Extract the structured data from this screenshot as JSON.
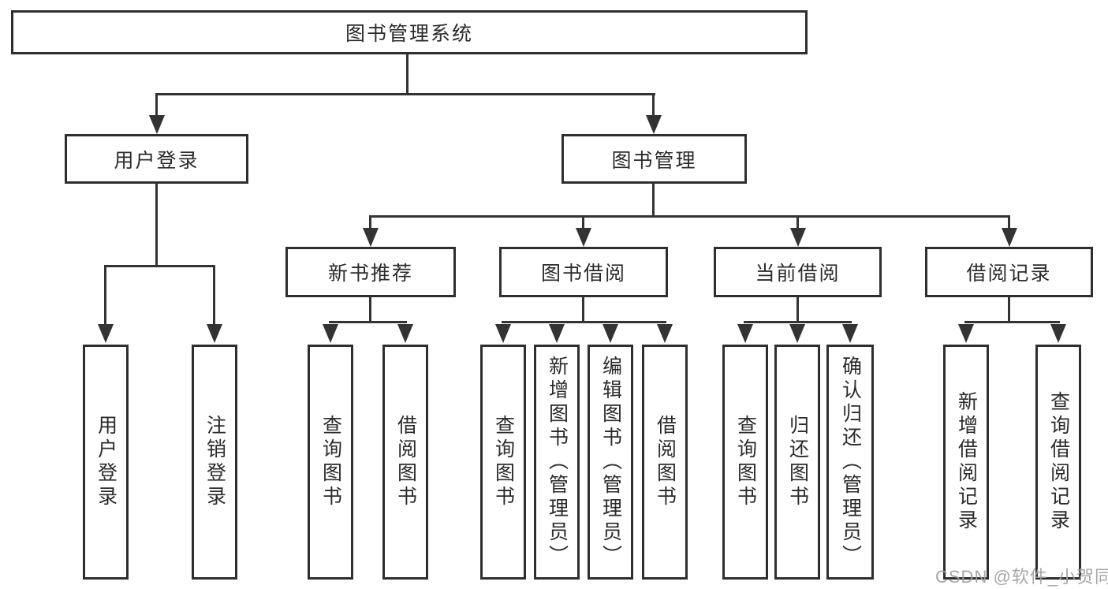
{
  "colors": {
    "background": "#ffffff",
    "line": "#333333",
    "box_border": "#2e2e2e",
    "text": "#2b2b2b",
    "watermark": "#a0a0a0"
  },
  "tree": {
    "label": "图书管理系统",
    "children": [
      {
        "label": "用户登录",
        "children": [
          {
            "label": "用户登录"
          },
          {
            "label": "注销登录"
          }
        ]
      },
      {
        "label": "图书管理",
        "children": [
          {
            "label": "新书推荐",
            "children": [
              {
                "label": "查询图书"
              },
              {
                "label": "借阅图书"
              }
            ]
          },
          {
            "label": "图书借阅",
            "children": [
              {
                "label": "查询图书"
              },
              {
                "label": "新增图书（管理员）"
              },
              {
                "label": "编辑图书（管理员）"
              },
              {
                "label": "借阅图书"
              }
            ]
          },
          {
            "label": "当前借阅",
            "children": [
              {
                "label": "查询图书"
              },
              {
                "label": "归还图书"
              },
              {
                "label": "确认归还（管理员）"
              }
            ]
          },
          {
            "label": "借阅记录",
            "children": [
              {
                "label": "新增借阅记录"
              },
              {
                "label": "查询借阅记录"
              }
            ]
          }
        ]
      }
    ]
  },
  "watermark": {
    "text": "CSDN @软件_小贺同学"
  }
}
